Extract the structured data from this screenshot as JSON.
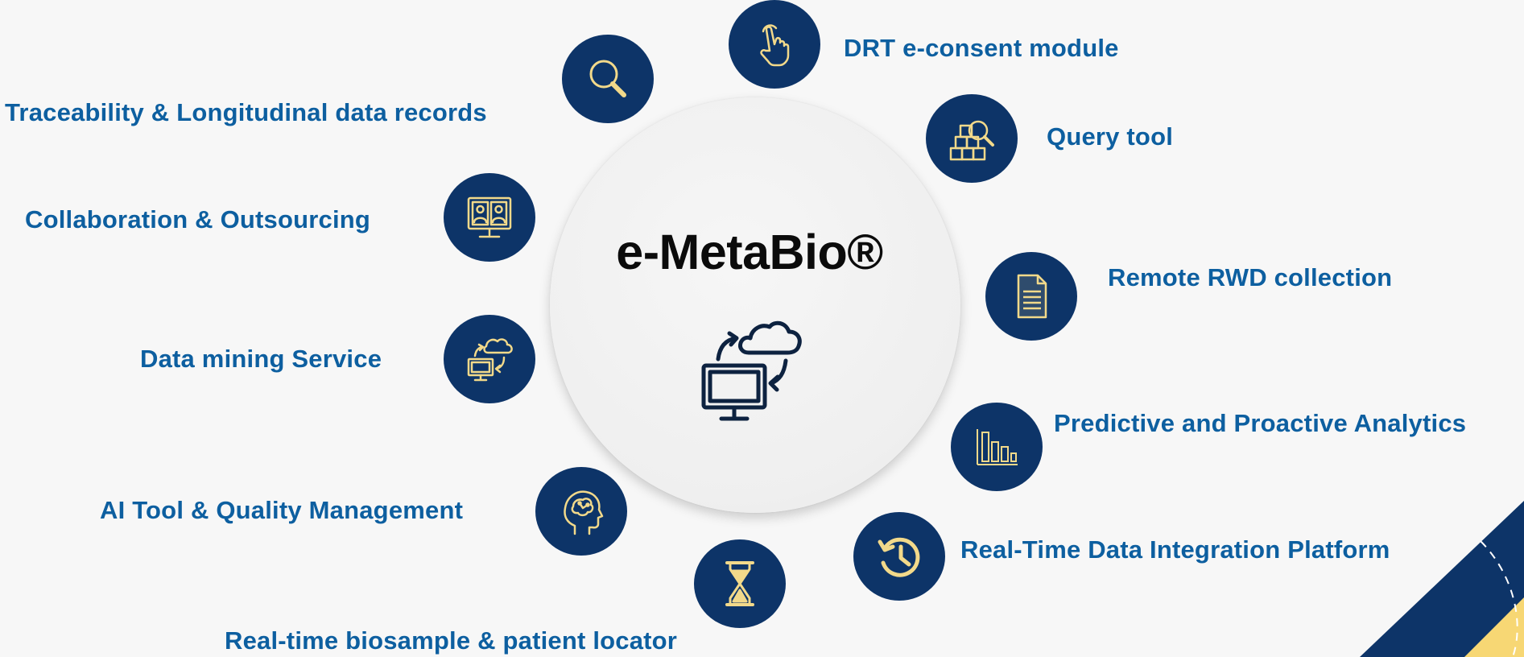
{
  "hub": {
    "title": "e-MetaBio®",
    "icon": "computer-cloud-sync-icon"
  },
  "features": {
    "drt_econsent": {
      "label": "DRT e-consent module",
      "icon": "touch-hand-icon"
    },
    "traceability": {
      "label": "Traceability & Longitudinal data records",
      "icon": "magnifier-icon"
    },
    "query_tool": {
      "label": "Query tool",
      "icon": "boxes-search-icon"
    },
    "collaboration": {
      "label": "Collaboration & Outsourcing",
      "icon": "video-conference-icon"
    },
    "remote_rwd": {
      "label": "Remote RWD collection",
      "icon": "document-icon"
    },
    "data_mining": {
      "label": "Data mining Service",
      "icon": "computer-cloud-sync-icon"
    },
    "predictive": {
      "label": "Predictive and Proactive Analytics",
      "icon": "bar-chart-icon"
    },
    "ai_tool": {
      "label": "AI Tool & Quality Management",
      "icon": "brain-head-icon"
    },
    "realtime_integration": {
      "label": "Real-Time Data Integration Platform",
      "icon": "history-clock-icon"
    },
    "biosample_locator": {
      "label": "Real-time biosample & patient locator",
      "icon": "hourglass-icon"
    }
  },
  "colors": {
    "node": "#0d3468",
    "label": "#0d5fa0",
    "icon": "#f2d98a",
    "accent_yellow": "#f7d774"
  }
}
